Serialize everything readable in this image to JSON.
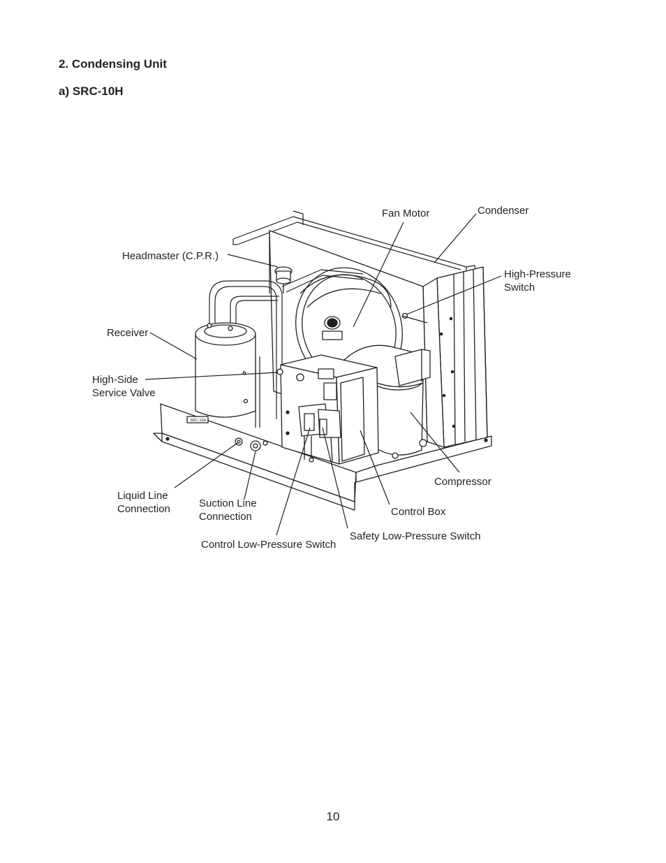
{
  "section_title": "2. Condensing Unit",
  "subsection_title": "a) SRC-10H",
  "labels": {
    "fan_motor": "Fan Motor",
    "condenser": "Condenser",
    "headmaster": "Headmaster (C.P.R.)",
    "high_pressure_switch": [
      "High-Pressure",
      "Switch"
    ],
    "receiver": "Receiver",
    "high_side_service_valve": [
      "High-Side",
      "Service Valve"
    ],
    "compressor": "Compressor",
    "liquid_line_connection": [
      "Liquid Line",
      "Connection"
    ],
    "suction_line_connection": [
      "Suction Line",
      "Connection"
    ],
    "control_box": "Control Box",
    "safety_low_pressure_switch": "Safety Low-Pressure Switch",
    "control_low_pressure_switch": "Control Low-Pressure Switch"
  },
  "plate_text": "SRC-10H",
  "page_number": "10"
}
